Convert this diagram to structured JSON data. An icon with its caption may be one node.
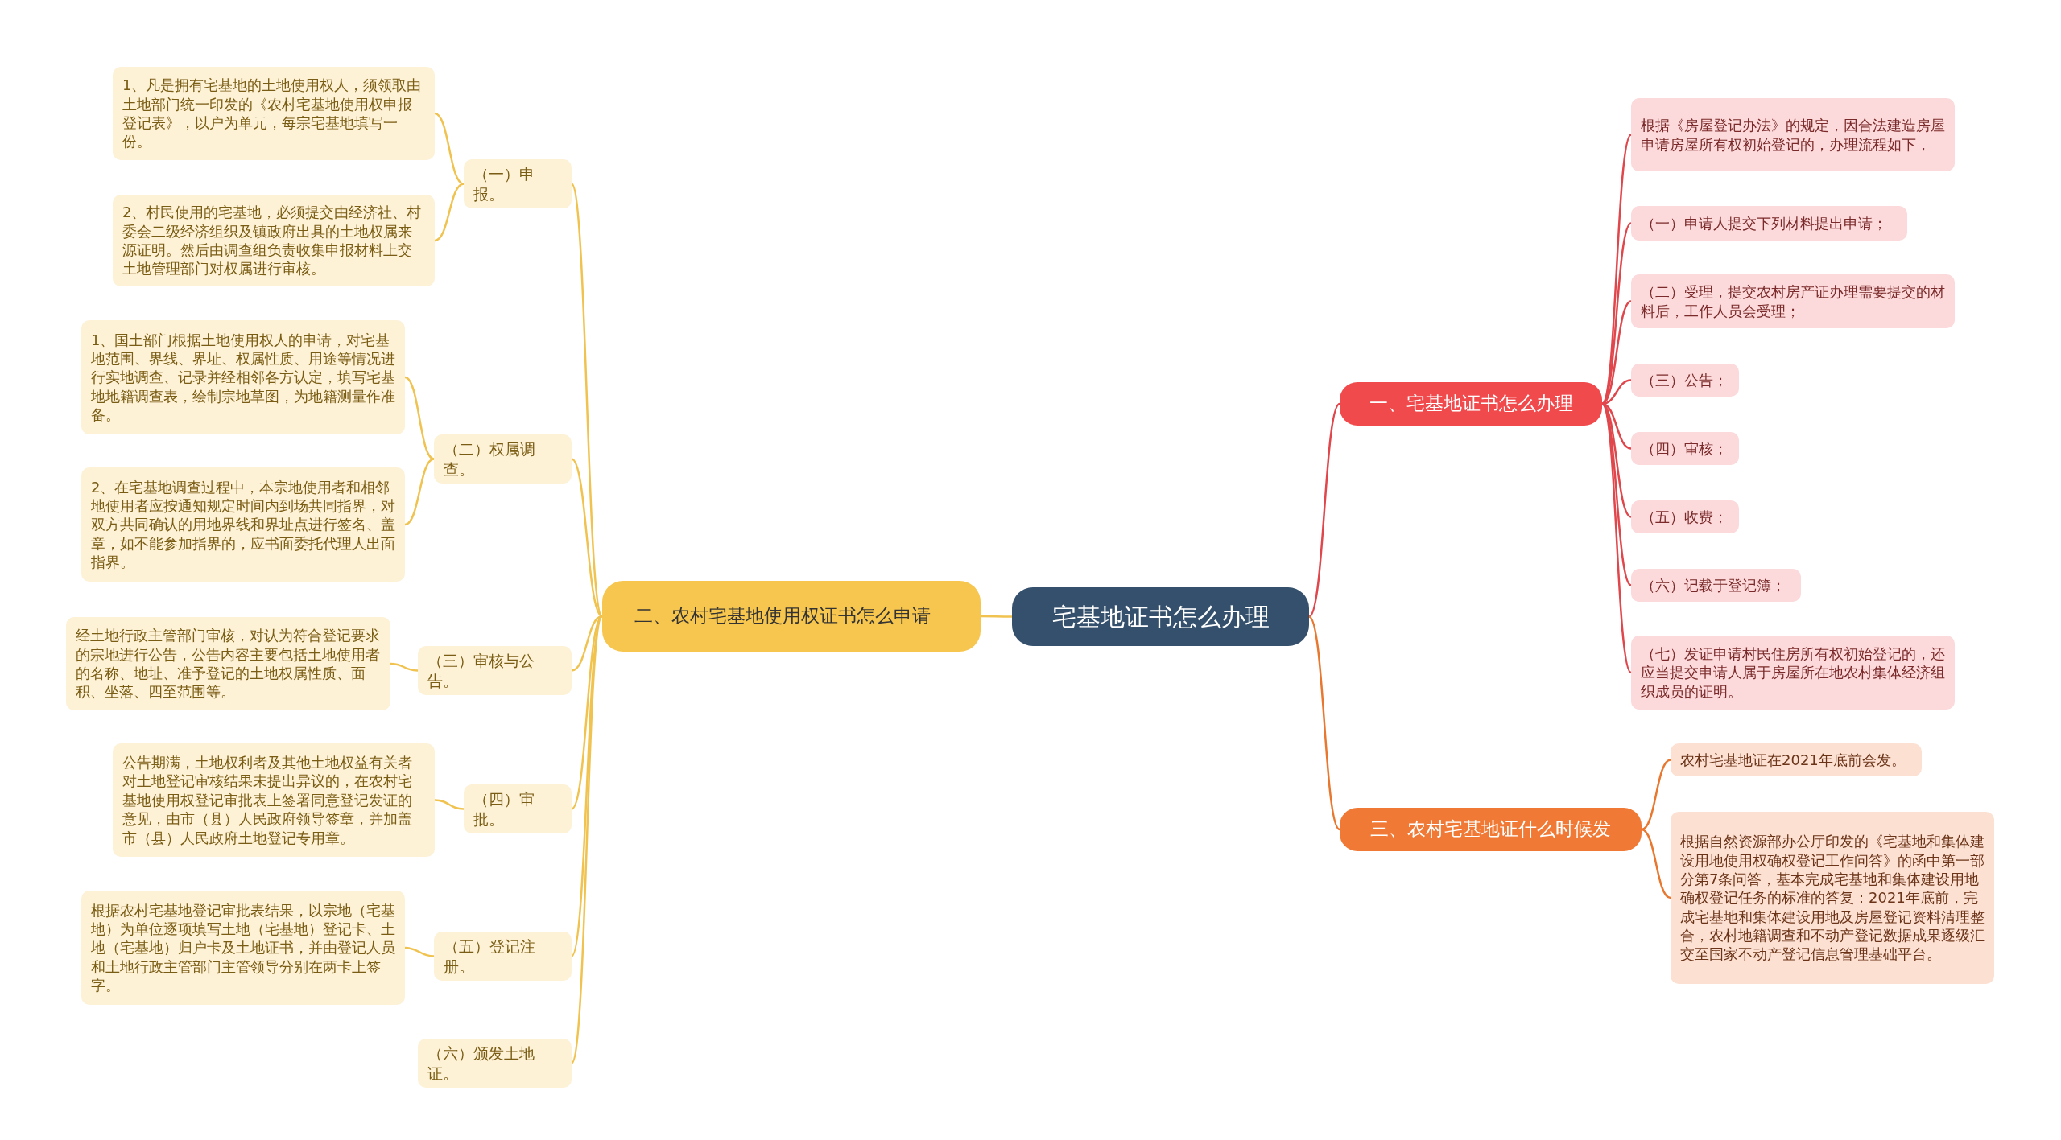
{
  "diagram": {
    "nodes": [
      {
        "text": [
          "宅基地证书怎么办理"
        ]
      },
      {
        "text": [
          "一、宅基地证书怎么办理"
        ]
      },
      {
        "text": [
          "根据《房屋登记办法》的规定，因合法建造房屋申请房屋所有权初始登记的，办理流程如下，"
        ]
      },
      {
        "text": [
          "（一）申请人提交下列材料提出申请；"
        ]
      },
      {
        "text": [
          "（二）受理，提交农村房产证办理需要提交的材料后，工作人员会受理；"
        ]
      },
      {
        "text": [
          "（三）公告；"
        ]
      },
      {
        "text": [
          "（四）审核；"
        ]
      },
      {
        "text": [
          "（五）收费；"
        ]
      },
      {
        "text": [
          "（六）记载于登记簿；"
        ]
      },
      {
        "text": [
          "（七）发证申请村民住房所有权初始登记的，还应当提交申请人属于房屋所在地农村集体经济组织成员的证明。"
        ]
      },
      {
        "text": [
          "二、农村宅基地使用权证书怎么申请"
        ]
      },
      {
        "text": [
          "（一）申报。"
        ]
      },
      {
        "text": [
          "1、凡是拥有宅基地的土地使用权人，须领取由土地部门统一印发的《农村宅基地使用权申报登记表》，以户为单元，每宗宅基地填写一份。"
        ]
      },
      {
        "text": [
          "2、村民使用的宅基地，必须提交由经济社、村委会二级经济组织及镇政府出具的土地权属来源证明。然后由调查组负责收集申报材料上交土地管理部门对权属进行审核。"
        ]
      },
      {
        "text": [
          "（二）权属调查。"
        ]
      },
      {
        "text": [
          "1、国土部门根据土地使用权人的申请，对宅基地范围、界线、界址、权属性质、用途等情况进行实地调查、记录并经相邻各方认定，填写宅基地地籍调查表，绘制宗地草图，为地籍测量作准备。"
        ]
      },
      {
        "text": [
          "2、在宅基地调查过程中，本宗地使用者和相邻地使用者应按通知规定时间内到场共同指界，对双方共同确认的用地界线和界址点进行签名、盖章，如不能参加指界的，应书面委托代理人出面指界。"
        ]
      },
      {
        "text": [
          "（三）审核与公告。"
        ]
      },
      {
        "text": [
          "经土地行政主管部门审核，对认为符合登记要求的宗地进行公告，公告内容主要包括土地使用者的名称、地址、准予登记的土地权属性质、面积、坐落、四至范围等。"
        ]
      },
      {
        "text": [
          "（四）审批。"
        ]
      },
      {
        "text": [
          "公告期满，土地权利者及其他土地权益有关者对土地登记审核结果未提出异议的，在农村宅基地使用权登记审批表上签署同意登记发证的意见，由市（县）人民政府领导签章，并加盖市（县）人民政府土地登记专用章。"
        ]
      },
      {
        "text": [
          "（五）登记注册。"
        ]
      },
      {
        "text": [
          "根据农村宅基地登记审批表结果，以宗地（宅基地）为单位逐项填写土地（宅基地）登记卡、土地（宅基地）归户卡及土地证书，并由登记人员和土地行政主管部门主管领导分别在两卡上签字。"
        ]
      },
      {
        "text": [
          "（六）颁发土地证。"
        ]
      },
      {
        "text": [
          "三、农村宅基地证什么时候发"
        ]
      },
      {
        "text": [
          "农村宅基地证在2021年底前会发。"
        ]
      },
      {
        "text": [
          "根据自然资源部办公厅印发的《宅基地和集体建设用地使用权确权登记工作问答》的函中第一部分第7条问答，基本完成宅基地和集体建设用地确权登记任务的标准的答复：2021年底前，完成宅基地和集体建设用地及房屋登记资料清理整合，农村地籍调查和不动产登记数据成果逐级汇交至国家不动产登记信息管理基础平台。"
        ]
      }
    ],
    "edges": [
      {
        "from": 0,
        "to": 1,
        "arrow": "none",
        "color": "#e0474c"
      },
      {
        "from": 1,
        "to": 2,
        "arrow": "none",
        "color": "#e0474c"
      },
      {
        "from": 1,
        "to": 3,
        "arrow": "none",
        "color": "#e0474c"
      },
      {
        "from": 1,
        "to": 4,
        "arrow": "none",
        "color": "#e0474c"
      },
      {
        "from": 1,
        "to": 5,
        "arrow": "none",
        "color": "#e0474c"
      },
      {
        "from": 1,
        "to": 6,
        "arrow": "none",
        "color": "#e0474c"
      },
      {
        "from": 1,
        "to": 7,
        "arrow": "none",
        "color": "#e0474c"
      },
      {
        "from": 1,
        "to": 8,
        "arrow": "none",
        "color": "#e0474c"
      },
      {
        "from": 1,
        "to": 9,
        "arrow": "none",
        "color": "#e0474c"
      },
      {
        "from": 0,
        "to": 10,
        "arrow": "none"
      },
      {
        "from": 10,
        "to": 11,
        "arrow": "none"
      },
      {
        "from": 11,
        "to": 12,
        "arrow": "none"
      },
      {
        "from": 11,
        "to": 13,
        "arrow": "none"
      },
      {
        "from": 10,
        "to": 14,
        "arrow": "none"
      },
      {
        "from": 14,
        "to": 15,
        "arrow": "none"
      },
      {
        "from": 14,
        "to": 16,
        "arrow": "none"
      },
      {
        "from": 10,
        "to": 17,
        "arrow": "none"
      },
      {
        "from": 17,
        "to": 18,
        "arrow": "none"
      },
      {
        "from": 10,
        "to": 19,
        "arrow": "none"
      },
      {
        "from": 19,
        "to": 20,
        "arrow": "none"
      },
      {
        "from": 10,
        "to": 21,
        "arrow": "none"
      },
      {
        "from": 21,
        "to": 22,
        "arrow": "none"
      },
      {
        "from": 10,
        "to": 23,
        "arrow": "none"
      },
      {
        "from": 0,
        "to": 24,
        "arrow": "none",
        "color": "#e8782f"
      },
      {
        "from": 24,
        "to": 25,
        "arrow": "none",
        "color": "#e8782f"
      },
      {
        "from": 24,
        "to": 26,
        "arrow": "none",
        "color": "#e8782f"
      }
    ]
  }
}
